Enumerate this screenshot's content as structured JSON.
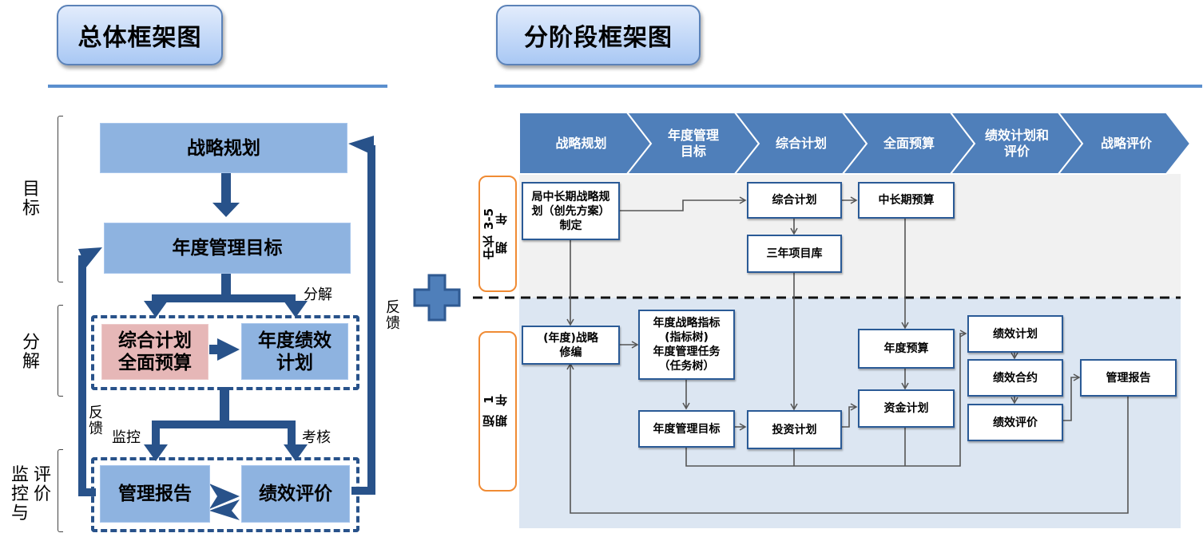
{
  "left_panel": {
    "title": "总体框架图",
    "side_labels": {
      "goal": "目标",
      "decompose": "分解",
      "monitor_eval": [
        "评价",
        "监控与"
      ]
    },
    "boxes": {
      "strategy_planning": "战略规划",
      "annual_mgmt_goal": "年度管理目标",
      "integrated_plan_budget": [
        "综合计划",
        "全面预算"
      ],
      "annual_perf_plan": [
        "年度绩效",
        "计划"
      ],
      "mgmt_report": "管理报告",
      "perf_evaluation": "绩效评价"
    },
    "arrow_labels": {
      "decompose": "分解",
      "feedback_right": "反馈",
      "feedback_left": "反馈",
      "monitor": "监控",
      "assess": "考核"
    },
    "colors": {
      "box_blue": "#8eb3e0",
      "box_pink": "#e6b7b7",
      "arrow": "#28528a"
    }
  },
  "plus_icon": "plus-icon",
  "right_panel": {
    "title": "分阶段框架图",
    "stages": [
      {
        "label": "战略规划"
      },
      {
        "label": "年度管理目标",
        "lines": [
          "年度管理",
          "目标"
        ]
      },
      {
        "label": "综合计划"
      },
      {
        "label": "全面预算"
      },
      {
        "label": "绩效计划和评价",
        "lines": [
          "绩效计划和",
          "评价"
        ]
      },
      {
        "label": "战略评价"
      }
    ],
    "phases": {
      "long_term": {
        "line1": "中长期",
        "line2": "3-5年"
      },
      "short_term": {
        "line1": "短期",
        "line2": "1年"
      }
    },
    "boxes": {
      "long_strategy": [
        "局中长期战略规",
        "划（创先方案）",
        "制定"
      ],
      "integrated_plan": "综合计划",
      "mid_long_budget": "中长期预算",
      "three_year_project": "三年项目库",
      "annual_strategy_revision": [
        "(年度)战略",
        "修编"
      ],
      "annual_indicators": [
        "年度战略指标",
        "(指标树)",
        "年度管理任务",
        "（任务树）"
      ],
      "annual_budget": "年度预算",
      "fund_plan": "资金计划",
      "annual_mgmt_goal": "年度管理目标",
      "investment_plan": "投资计划",
      "perf_plan": "绩效计划",
      "perf_contract": "绩效合约",
      "perf_eval": "绩效评价",
      "mgmt_report": "管理报告"
    },
    "colors": {
      "chevron": "#4f7fba",
      "box_border": "#2a5a96",
      "phase_border": "#f08b34",
      "zone_top": "#f1f1f1",
      "zone_bottom": "#dce6f2"
    }
  }
}
